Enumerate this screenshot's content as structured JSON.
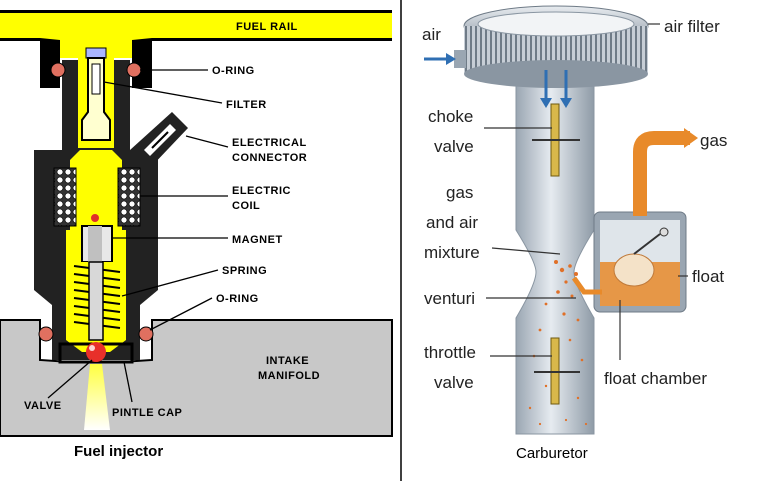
{
  "injector": {
    "caption": "Fuel injector",
    "labels": {
      "fuel_rail": "FUEL RAIL",
      "o_ring_top": "O-RING",
      "filter": "FILTER",
      "electrical_connector_1": "ELECTRICAL",
      "electrical_connector_2": "CONNECTOR",
      "electric_coil_1": "ELECTRIC",
      "electric_coil_2": "COIL",
      "magnet": "MAGNET",
      "spring": "SPRING",
      "o_ring_bottom": "O-RING",
      "intake_manifold_1": "INTAKE",
      "intake_manifold_2": "MANIFOLD",
      "valve": "VALVE",
      "pintle_cap": "PINTLE CAP"
    }
  },
  "carburetor": {
    "caption": "Carburetor",
    "labels": {
      "air": "air",
      "air_filter": "air filter",
      "choke_valve_1": "choke",
      "choke_valve_2": "valve",
      "gas": "gas",
      "mixture_1": "gas",
      "mixture_2": "and air",
      "mixture_3": "mixture",
      "float": "float",
      "venturi": "venturi",
      "throttle_valve_1": "throttle",
      "throttle_valve_2": "valve",
      "float_chamber": "float chamber"
    }
  },
  "colors": {
    "fuel": "#ffff00",
    "injector_body": "#222222",
    "manifold": "#c8c8c8",
    "o_ring": "#e07060",
    "carb_tube": "#b9c3cd",
    "gas_orange": "#e88a2a"
  }
}
